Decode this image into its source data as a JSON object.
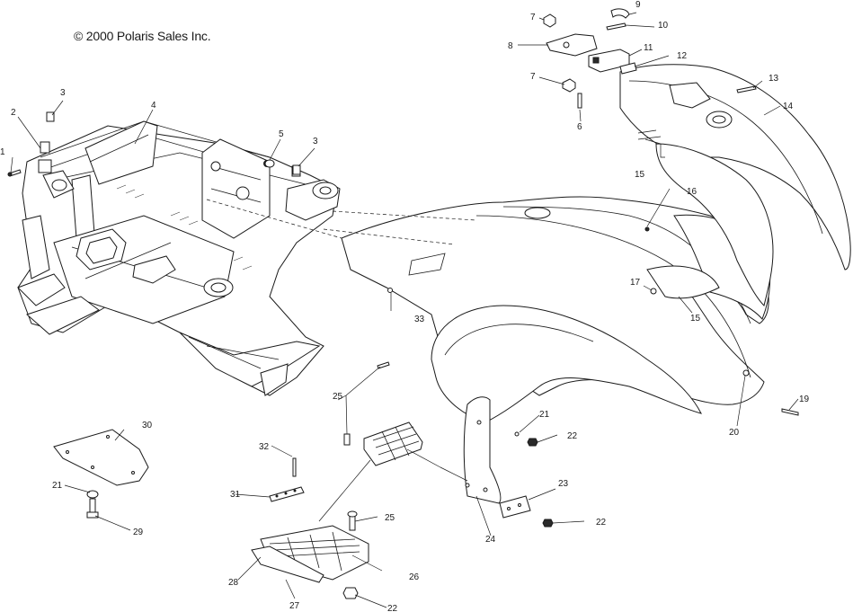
{
  "copyright": "© 2000 Polaris Sales Inc.",
  "callouts": {
    "c1": "1",
    "c2": "2",
    "c3a": "3",
    "c3b": "3",
    "c4": "4",
    "c5": "5",
    "c6": "6",
    "c7a": "7",
    "c7b": "7",
    "c8": "8",
    "c9": "9",
    "c10": "10",
    "c11": "11",
    "c12": "12",
    "c13": "13",
    "c14": "14",
    "c15a": "15",
    "c15b": "15",
    "c16": "16",
    "c17": "17",
    "c19": "19",
    "c20": "20",
    "c21a": "21",
    "c21b": "21",
    "c22a": "22",
    "c22b": "22",
    "c22c": "22",
    "c23": "23",
    "c24": "24",
    "c25a": "25",
    "c25b": "25",
    "c26": "26",
    "c27": "27",
    "c28": "28",
    "c29": "29",
    "c30": "30",
    "c31": "31",
    "c32": "32",
    "c33": "33"
  }
}
